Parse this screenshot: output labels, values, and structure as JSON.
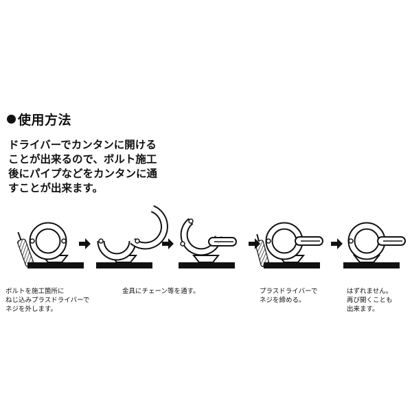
{
  "section": {
    "title": "使用方法"
  },
  "description": {
    "lines": [
      "ドライバーでカンタンに開ける",
      "ことが出来るので、ボルト施工",
      "後にパイプなどをカンタンに通",
      "すことが出来ます。"
    ]
  },
  "steps": [
    {
      "caption": [
        "ボルトを施工箇所に",
        "ねじ込みプラスドライバーで",
        "ネジを外します。"
      ]
    },
    {
      "caption": [
        "金具にチェーン等を通す。"
      ]
    },
    {
      "caption": [
        "プラスドライバーで",
        "ネジを締める。"
      ]
    },
    {
      "caption": [
        "はずれません。",
        "再び開くことも",
        "出来ます。"
      ]
    }
  ],
  "icons": {
    "bullet": "black-circle-bullet",
    "arrow": "right-arrow-icon",
    "ring": "ring-bolt-icon",
    "screwdriver": "screwdriver-icon",
    "chain": "chain-link-icon"
  },
  "colors": {
    "ink": "#111111",
    "background": "#ffffff"
  }
}
